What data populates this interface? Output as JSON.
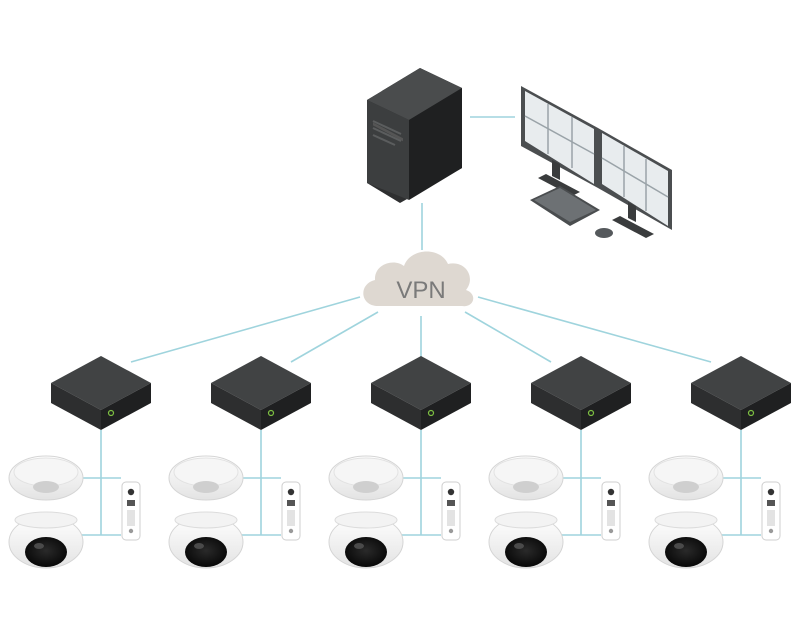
{
  "cloud": {
    "label": "VPN"
  },
  "colors": {
    "link_line": "#9fd4dd",
    "cloud_fill": "#ded8d1",
    "cloud_text": "#7a7a7a",
    "device_dark": "#3a3c3d",
    "device_side": "#2b2c2d",
    "screen_frame": "#4b4e50",
    "screen_fill": "#e8ecee",
    "led": "#7ec142"
  },
  "icons": {
    "server": "server-tower-icon",
    "workstation": "dual-monitor-workstation-icon",
    "cloud": "vpn-cloud-icon",
    "recorder": "network-recorder-box-icon",
    "speaker": "ceiling-speaker-icon",
    "camera": "dome-camera-icon",
    "intercom": "door-intercom-icon"
  },
  "sites": [
    {
      "id": "site-1"
    },
    {
      "id": "site-2"
    },
    {
      "id": "site-3"
    },
    {
      "id": "site-4"
    },
    {
      "id": "site-5"
    }
  ]
}
